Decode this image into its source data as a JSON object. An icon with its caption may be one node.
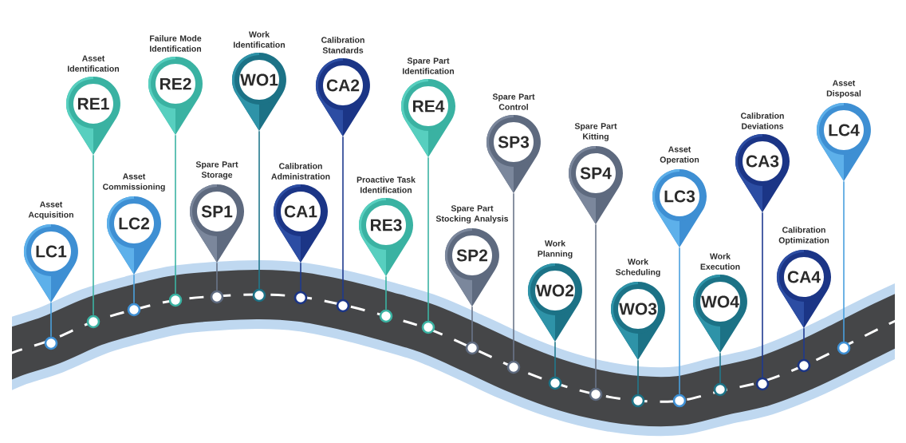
{
  "diagram": {
    "nodes": [
      {
        "text": [
          "LC1"
        ],
        "beside": [
          "Asset Acquisition"
        ]
      },
      {
        "text": [
          "RE1"
        ],
        "beside": [
          "Asset Identification"
        ]
      },
      {
        "text": [
          "LC2"
        ],
        "beside": [
          "Asset Commissioning"
        ]
      },
      {
        "text": [
          "RE2"
        ],
        "beside": [
          "Failure Mode Identification"
        ]
      },
      {
        "text": [
          "SP1"
        ],
        "beside": [
          "Spare Part Storage"
        ]
      },
      {
        "text": [
          "WO1"
        ],
        "beside": [
          "Work Identification"
        ]
      },
      {
        "text": [
          "CA1"
        ],
        "beside": [
          "Calibration Administration"
        ]
      },
      {
        "text": [
          "CA2"
        ],
        "beside": [
          "Calibration Standards"
        ]
      },
      {
        "text": [
          "RE3"
        ],
        "beside": [
          "Proactive Task Identification"
        ]
      },
      {
        "text": [
          "RE4"
        ],
        "beside": [
          "Spare Part Identification"
        ]
      },
      {
        "text": [
          "SP2"
        ],
        "beside": [
          "Spare Part Stocking Analysis"
        ]
      },
      {
        "text": [
          "SP3"
        ],
        "beside": [
          "Spare Part Control"
        ]
      },
      {
        "text": [
          "WO2"
        ],
        "beside": [
          "Work Planning"
        ]
      },
      {
        "text": [
          "SP4"
        ],
        "beside": [
          "Spare Part Kitting"
        ]
      },
      {
        "text": [
          "WO3"
        ],
        "beside": [
          "Work Scheduling"
        ]
      },
      {
        "text": [
          "LC3"
        ],
        "beside": [
          "Asset Operation"
        ]
      },
      {
        "text": [
          "WO4"
        ],
        "beside": [
          "Work Execution"
        ]
      },
      {
        "text": [
          "CA3"
        ],
        "beside": [
          "Calibration Deviations"
        ]
      },
      {
        "text": [
          "CA4"
        ],
        "beside": [
          "Calibration Optimization"
        ]
      },
      {
        "text": [
          "LC4"
        ],
        "beside": [
          "Asset Disposal"
        ]
      },
      {
        "text": [],
        "shape": "circle"
      },
      {
        "text": [],
        "shape": "circle"
      },
      {
        "text": [],
        "shape": "circle"
      },
      {
        "text": [],
        "shape": "circle"
      },
      {
        "text": [],
        "shape": "circle"
      },
      {
        "text": [],
        "shape": "circle"
      },
      {
        "text": [],
        "shape": "circle"
      },
      {
        "text": [],
        "shape": "circle"
      },
      {
        "text": [],
        "shape": "circle"
      },
      {
        "text": [],
        "shape": "circle"
      },
      {
        "text": [],
        "shape": "circle"
      },
      {
        "text": [],
        "shape": "circle"
      },
      {
        "text": [],
        "shape": "circle"
      },
      {
        "text": [],
        "shape": "circle"
      },
      {
        "text": [],
        "shape": "circle"
      },
      {
        "text": [],
        "shape": "circle"
      },
      {
        "text": [],
        "shape": "circle"
      },
      {
        "text": [],
        "shape": "circle"
      },
      {
        "text": [],
        "shape": "circle"
      },
      {
        "text": [],
        "shape": "circle"
      }
    ],
    "edges": [
      {
        "from": 0,
        "to": 20,
        "arrow": "none",
        "color": "#4aa0de"
      },
      {
        "from": 1,
        "to": 21,
        "arrow": "none",
        "color": "#3bb3a3"
      },
      {
        "from": 2,
        "to": 22,
        "arrow": "none",
        "color": "#4aa0de"
      },
      {
        "from": 3,
        "to": 23,
        "arrow": "none",
        "color": "#3bb3a3"
      },
      {
        "from": 4,
        "to": 24,
        "arrow": "none",
        "color": "#6a7589"
      },
      {
        "from": 5,
        "to": 25,
        "arrow": "none",
        "color": "#22798c"
      },
      {
        "from": 6,
        "to": 26,
        "arrow": "none",
        "color": "#1f3a8f"
      },
      {
        "from": 7,
        "to": 27,
        "arrow": "none",
        "color": "#1f3a8f"
      },
      {
        "from": 8,
        "to": 28,
        "arrow": "none",
        "color": "#3bb3a3"
      },
      {
        "from": 9,
        "to": 29,
        "arrow": "none",
        "color": "#3bb3a3"
      },
      {
        "from": 10,
        "to": 30,
        "arrow": "none",
        "color": "#6a7589"
      },
      {
        "from": 11,
        "to": 31,
        "arrow": "none",
        "color": "#6a7589"
      },
      {
        "from": 12,
        "to": 32,
        "arrow": "none",
        "color": "#22798c"
      },
      {
        "from": 13,
        "to": 33,
        "arrow": "none",
        "color": "#6a7589"
      },
      {
        "from": 14,
        "to": 34,
        "arrow": "none",
        "color": "#22798c"
      },
      {
        "from": 15,
        "to": 35,
        "arrow": "none",
        "color": "#4aa0de"
      },
      {
        "from": 16,
        "to": 36,
        "arrow": "none",
        "color": "#22798c"
      },
      {
        "from": 17,
        "to": 37,
        "arrow": "none",
        "color": "#1f3a8f"
      },
      {
        "from": 18,
        "to": 38,
        "arrow": "none",
        "color": "#1f3a8f"
      },
      {
        "from": 19,
        "to": 39,
        "arrow": "none",
        "color": "#4aa0de"
      }
    ]
  }
}
